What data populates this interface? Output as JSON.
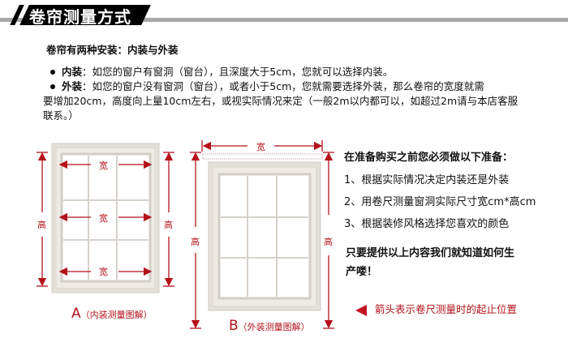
{
  "header": {
    "title": "卷帘测量方式"
  },
  "intro": {
    "title": "卷帘有两种安装：内装与外装",
    "items": [
      {
        "label": "内装",
        "text": "：如您的窗户有窗洞（窗台），且深度大于5cm，您就可以选择内装。"
      },
      {
        "label": "外装",
        "text": "：如您的窗户没有窗洞（窗台），或者小于5cm，您就需要选择外装，那么卷帘的宽度就需",
        "cont1": "要增加20cm，高度向上量10cm左右，或视实际情况来定（一般2m以内都可以，如超过2m请与本店客服",
        "cont2": "联系。）"
      }
    ]
  },
  "diagram_a": {
    "width_label": "宽",
    "height_label": "高",
    "caption_letter": "A",
    "caption": "（内装测量图解）"
  },
  "diagram_b": {
    "width_label": "宽",
    "height_label": "高",
    "caption_letter": "B",
    "caption": "（外装测量图解）"
  },
  "prep": {
    "title": "在准备购买之前您必须做以下准备：",
    "steps": [
      "1、根据实际情况决定内装还是外装",
      "2、用卷尺测量窗洞实际尺寸宽cm*高cm",
      "3、根据装修风格选择您喜欢的颜色"
    ],
    "note1": "只要提供以上内容我们就知道如何生",
    "note2": "产喽！",
    "legend": "箭头表示卷尺测量时的起止位置"
  },
  "colors": {
    "accent": "#b3121c",
    "frame": "#dcd8d2"
  }
}
